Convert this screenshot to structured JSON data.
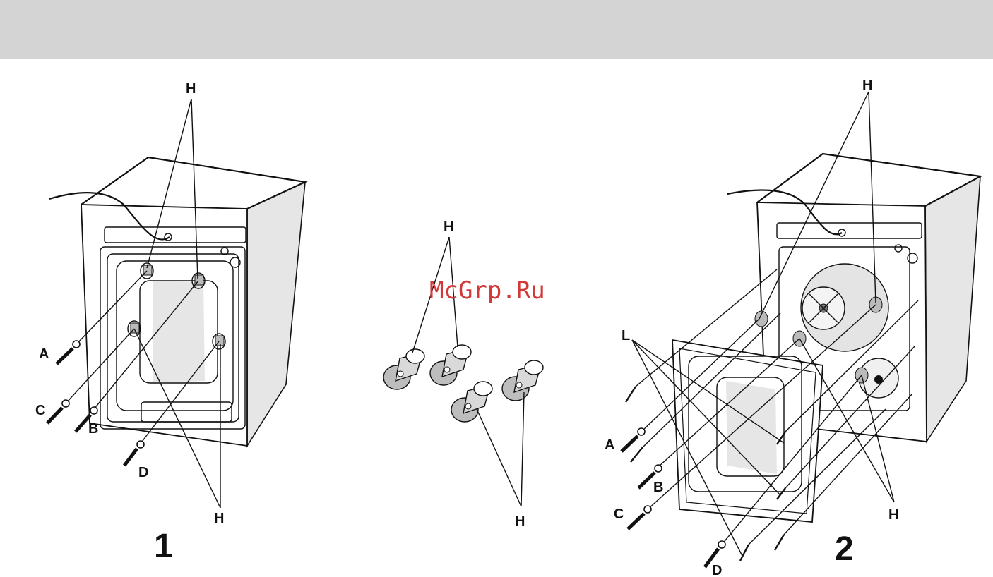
{
  "watermark": "McGrp.Ru",
  "figures": [
    {
      "number": "1",
      "labels": {
        "h_top": "H",
        "h_bottom": "H",
        "a": "A",
        "b": "B",
        "c": "C",
        "d": "D"
      }
    },
    {
      "labels": {
        "h_top": "H",
        "h_bottom": "H"
      }
    },
    {
      "number": "2",
      "labels": {
        "h_top": "H",
        "h_bottom": "H",
        "l": "L",
        "a": "A",
        "b": "B",
        "c": "C",
        "d": "D"
      }
    }
  ]
}
